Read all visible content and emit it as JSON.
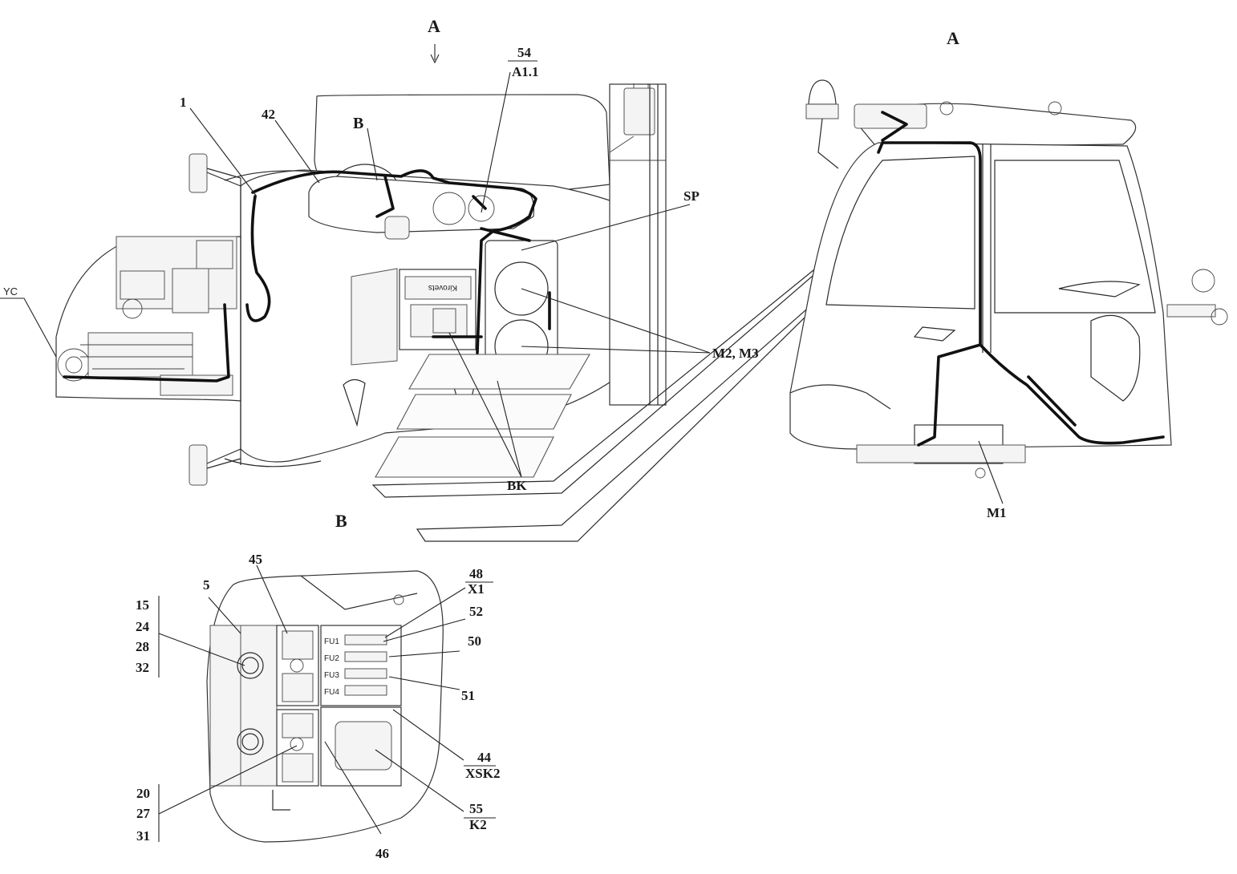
{
  "labels": {
    "view_a_top": "A",
    "view_a_side": "A",
    "view_b_zoom": "B",
    "view_b_detail": "B",
    "p1": "1",
    "p42": "42",
    "yc": "YC",
    "p54": "54",
    "a11": "A1.1",
    "sp": "SP",
    "m2m3": "M2, M3",
    "bk": "BK",
    "m1": "M1",
    "p45": "45",
    "p5": "5",
    "p15": "15",
    "p24": "24",
    "p28": "28",
    "p32": "32",
    "p48": "48",
    "x1": "X1",
    "p52": "52",
    "p50": "50",
    "p51": "51",
    "p44": "44",
    "xsk2": "XSK2",
    "p55": "55",
    "k2": "K2",
    "p46": "46",
    "p20": "20",
    "p27": "27",
    "p31": "31",
    "fu1": "FU1",
    "fu2": "FU2",
    "fu3": "FU3",
    "fu4": "FU4",
    "brand": "Kirovets"
  }
}
